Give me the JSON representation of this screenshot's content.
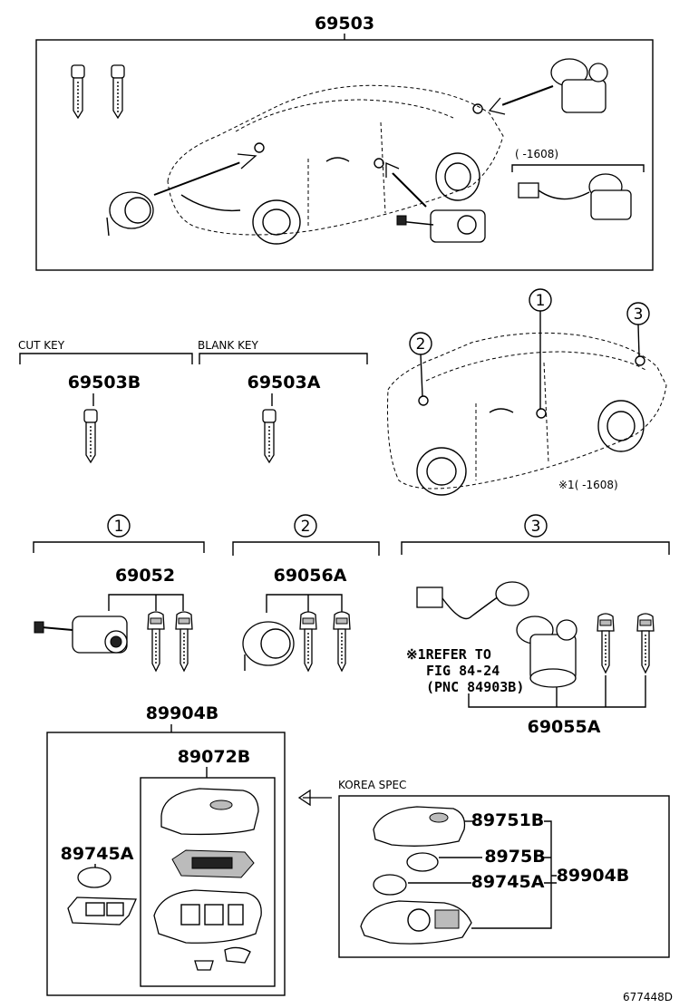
{
  "labels": {
    "top_assembly": "69503",
    "top_range_note": "(      -1608)",
    "cut_key_heading": "CUT KEY",
    "blank_key_heading": "BLANK KEY",
    "cut_key_part": "69503B",
    "blank_key_part": "69503A",
    "callout_1": "1",
    "callout_2": "2",
    "callout_3": "3",
    "car_note": "※1(      -1608)",
    "group1_part": "69052",
    "group2_part": "69056A",
    "group3_part": "69055A",
    "refer_line1": "※1REFER TO",
    "refer_line2": "FIG 84-24",
    "refer_line3": "(PNC 84903B)",
    "remote_assembly": "89904B",
    "remote_case": "89072B",
    "battery_left": "89745A",
    "korea_heading": "KOREA SPEC",
    "korea_cover": "89751B",
    "korea_sheet": "8975B",
    "korea_battery": "89745A",
    "korea_assembly": "89904B",
    "figure_id": "677448D"
  }
}
